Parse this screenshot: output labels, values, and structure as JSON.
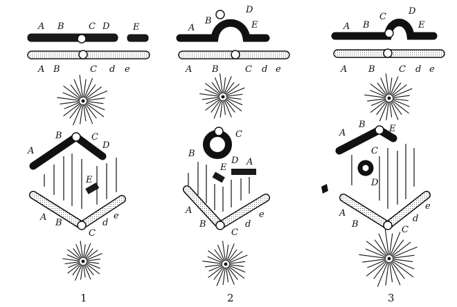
{
  "panels": [
    {
      "number": "1",
      "top_dark_labels": [
        "A",
        "B",
        "C",
        "D",
        "E"
      ],
      "top_light_labels": [
        "A",
        "B",
        "C",
        "d",
        "e"
      ],
      "mid_dark_labels": [
        "A",
        "B",
        "C",
        "D"
      ],
      "mid_fragment_label": "E",
      "mid_light_labels": [
        "A",
        "B",
        "C",
        "d",
        "e"
      ]
    },
    {
      "number": "2",
      "top_dark_labels": [
        "A",
        "B",
        "D",
        "E"
      ],
      "top_light_labels": [
        "A",
        "B",
        "C",
        "d",
        "e"
      ],
      "mid_ring_labels": [
        "B",
        "C"
      ],
      "mid_fragment_labels": [
        "E",
        "D",
        "A"
      ],
      "mid_light_labels": [
        "A",
        "B",
        "C",
        "d",
        "e"
      ]
    },
    {
      "number": "3",
      "top_dark_labels": [
        "A",
        "B",
        "C",
        "D",
        "E"
      ],
      "top_light_labels": [
        "A",
        "B",
        "C",
        "d",
        "e"
      ],
      "mid_dark_labels": [
        "A",
        "B",
        "E"
      ],
      "mid_ring_labels": [
        "C",
        "D"
      ],
      "mid_light_labels": [
        "A",
        "B",
        "C",
        "d",
        "e"
      ]
    }
  ]
}
